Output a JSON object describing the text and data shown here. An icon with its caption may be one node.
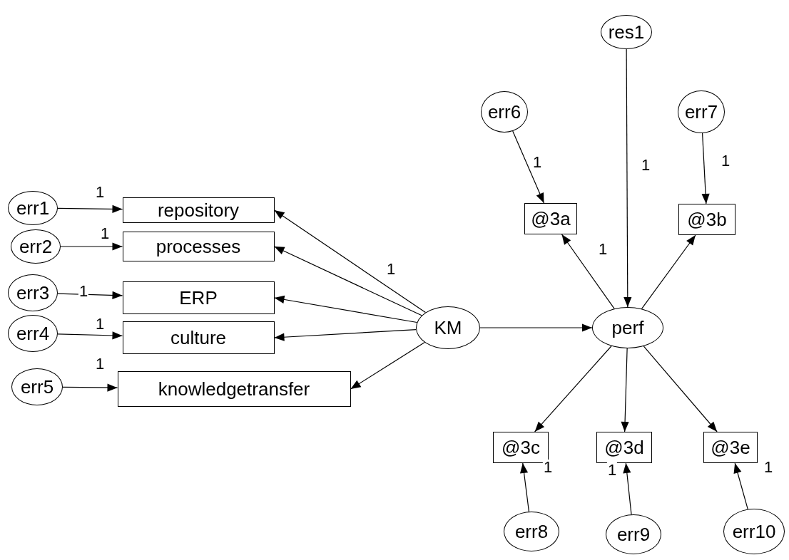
{
  "diagram": {
    "nodes": [
      {
        "text": [
          "res1"
        ]
      },
      {
        "text": [
          "err6"
        ]
      },
      {
        "text": [
          "err7"
        ]
      },
      {
        "text": [
          "err1"
        ]
      },
      {
        "text": [
          "repository"
        ]
      },
      {
        "text": [
          "err2"
        ]
      },
      {
        "text": [
          "processes"
        ]
      },
      {
        "text": [
          "err3"
        ]
      },
      {
        "text": [
          "ERP"
        ]
      },
      {
        "text": [
          "err4"
        ]
      },
      {
        "text": [
          "culture"
        ]
      },
      {
        "text": [
          "err5"
        ]
      },
      {
        "text": [
          "knowledgetransfer"
        ]
      },
      {
        "text": [
          "KM"
        ]
      },
      {
        "text": [
          "perf"
        ]
      },
      {
        "text": [
          "@3a"
        ]
      },
      {
        "text": [
          "@3b"
        ]
      },
      {
        "text": [
          "@3c"
        ]
      },
      {
        "text": [
          "@3d"
        ]
      },
      {
        "text": [
          "@3e"
        ]
      },
      {
        "text": [
          "err8"
        ]
      },
      {
        "text": [
          "err9"
        ]
      },
      {
        "text": [
          "err10"
        ]
      }
    ],
    "edges": [
      {
        "from": 3,
        "to": 4,
        "arrow": "to",
        "label": "1"
      },
      {
        "from": 5,
        "to": 6,
        "arrow": "to",
        "label": "1"
      },
      {
        "from": 7,
        "to": 8,
        "arrow": "to",
        "label": "1"
      },
      {
        "from": 9,
        "to": 10,
        "arrow": "to",
        "label": "1"
      },
      {
        "from": 11,
        "to": 12,
        "arrow": "to",
        "label": "1"
      },
      {
        "from": 13,
        "to": 4,
        "arrow": "to",
        "label": "1"
      },
      {
        "from": 13,
        "to": 6,
        "arrow": "to"
      },
      {
        "from": 13,
        "to": 8,
        "arrow": "to"
      },
      {
        "from": 13,
        "to": 10,
        "arrow": "to"
      },
      {
        "from": 13,
        "to": 12,
        "arrow": "to"
      },
      {
        "from": 13,
        "to": 14,
        "arrow": "to"
      },
      {
        "from": 0,
        "to": 14,
        "arrow": "to",
        "label": "1"
      },
      {
        "from": 1,
        "to": 15,
        "arrow": "to",
        "label": "1"
      },
      {
        "from": 2,
        "to": 16,
        "arrow": "to",
        "label": "1"
      },
      {
        "from": 14,
        "to": 15,
        "arrow": "to",
        "label": "1"
      },
      {
        "from": 14,
        "to": 16,
        "arrow": "to"
      },
      {
        "from": 14,
        "to": 17,
        "arrow": "to"
      },
      {
        "from": 14,
        "to": 18,
        "arrow": "to"
      },
      {
        "from": 14,
        "to": 19,
        "arrow": "to"
      },
      {
        "from": 20,
        "to": 17,
        "arrow": "to",
        "label": "1"
      },
      {
        "from": 21,
        "to": 18,
        "arrow": "to",
        "label": "1"
      },
      {
        "from": 22,
        "to": 19,
        "arrow": "to",
        "label": "1"
      }
    ]
  }
}
